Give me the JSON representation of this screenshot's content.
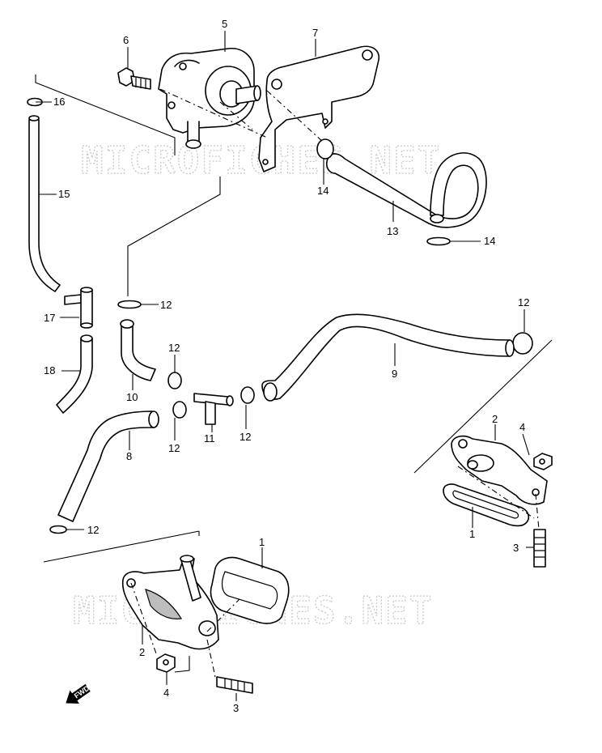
{
  "watermark": {
    "text": "MICROFICHES.NET"
  },
  "callouts": {
    "c1a": "1",
    "c1b": "1",
    "c2a": "2",
    "c2b": "2",
    "c3a": "3",
    "c3b": "3",
    "c4a": "4",
    "c4b": "4",
    "c5": "5",
    "c6": "6",
    "c7": "7",
    "c8": "8",
    "c9": "9",
    "c10": "10",
    "c11": "11",
    "c12a": "12",
    "c12b": "12",
    "c12c": "12",
    "c12d": "12",
    "c12e": "12",
    "c12f": "12",
    "c13": "13",
    "c14a": "14",
    "c14b": "14",
    "c15": "15",
    "c16": "16",
    "c17": "17",
    "c18": "18"
  },
  "fwd_label": "FWD",
  "icons": {
    "direction": "fwd-arrow-icon"
  }
}
